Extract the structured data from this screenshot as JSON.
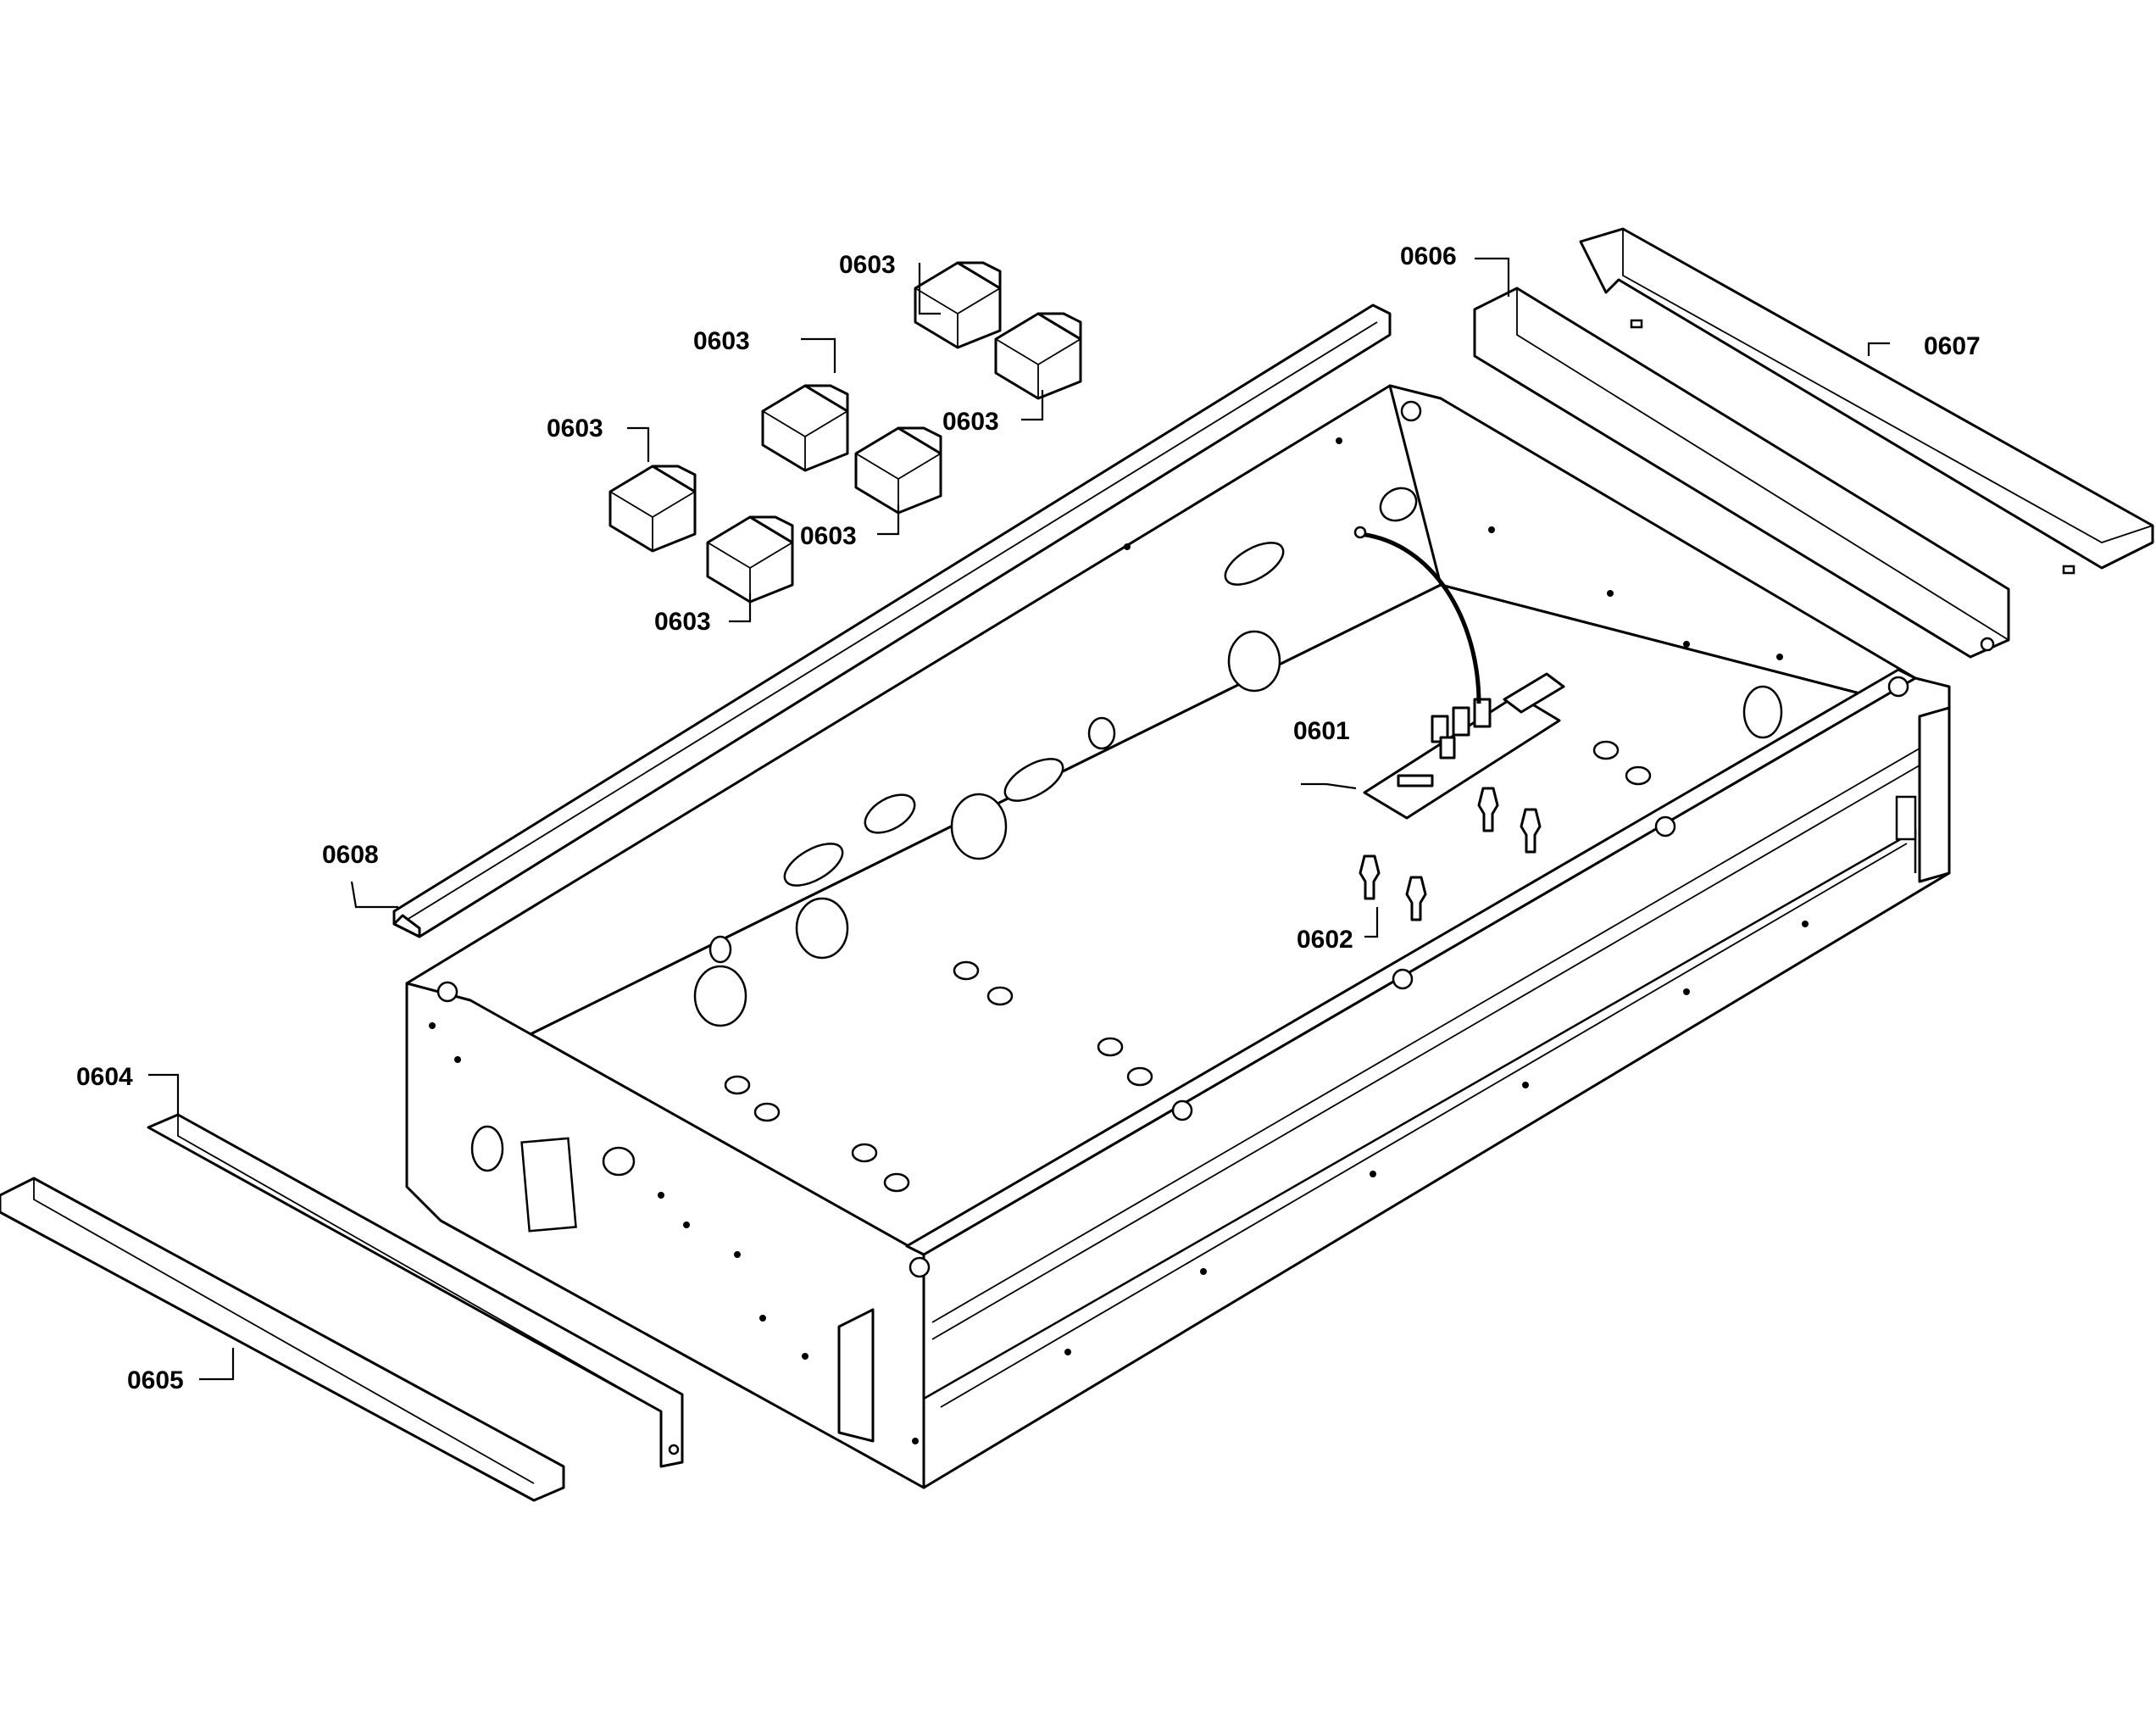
{
  "diagram": {
    "callouts": [
      {
        "id": "c1",
        "label": "0601"
      },
      {
        "id": "c2",
        "label": "0602"
      },
      {
        "id": "c3a",
        "label": "0603"
      },
      {
        "id": "c3b",
        "label": "0603"
      },
      {
        "id": "c3c",
        "label": "0603"
      },
      {
        "id": "c3d",
        "label": "0603"
      },
      {
        "id": "c3e",
        "label": "0603"
      },
      {
        "id": "c3f",
        "label": "0603"
      },
      {
        "id": "c4",
        "label": "0604"
      },
      {
        "id": "c5",
        "label": "0605"
      },
      {
        "id": "c6",
        "label": "0606"
      },
      {
        "id": "c7",
        "label": "0607"
      },
      {
        "id": "c8",
        "label": "0608"
      }
    ],
    "colors": {
      "line": "#000000",
      "background": "#ffffff"
    }
  }
}
